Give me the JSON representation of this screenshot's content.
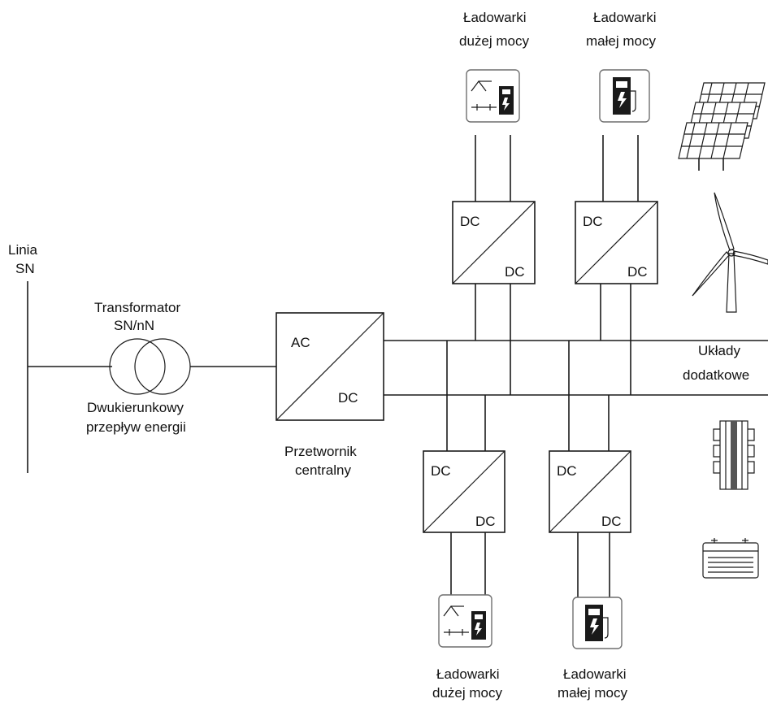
{
  "line": {
    "label_1": "Linia",
    "label_2": "SN"
  },
  "transformer": {
    "label_1": "Transformator",
    "label_2": "SN/nN"
  },
  "flow": {
    "label_1": "Dwukierunkowy",
    "label_2": "przepływ energii"
  },
  "central_converter": {
    "ac": "AC",
    "dc": "DC",
    "label_1": "Przetwornik",
    "label_2": "centralny"
  },
  "dcdc": {
    "in": "DC",
    "out": "DC"
  },
  "chargers": {
    "fast_1": "Ładowarki",
    "fast_2": "dużej mocy",
    "slow_1": "Ładowarki",
    "slow_2": "małej mocy"
  },
  "extras": {
    "label_1": "Układy",
    "label_2": "dodatkowe"
  },
  "icons": [
    "fast-charger-icon",
    "slow-charger-icon",
    "solar-panel-icon",
    "wind-turbine-icon",
    "supercapacitor-icon",
    "battery-icon"
  ],
  "colors": {
    "line": "#1a1a1a",
    "icon_frame": "#6f6f6f",
    "background": "#ffffff"
  }
}
